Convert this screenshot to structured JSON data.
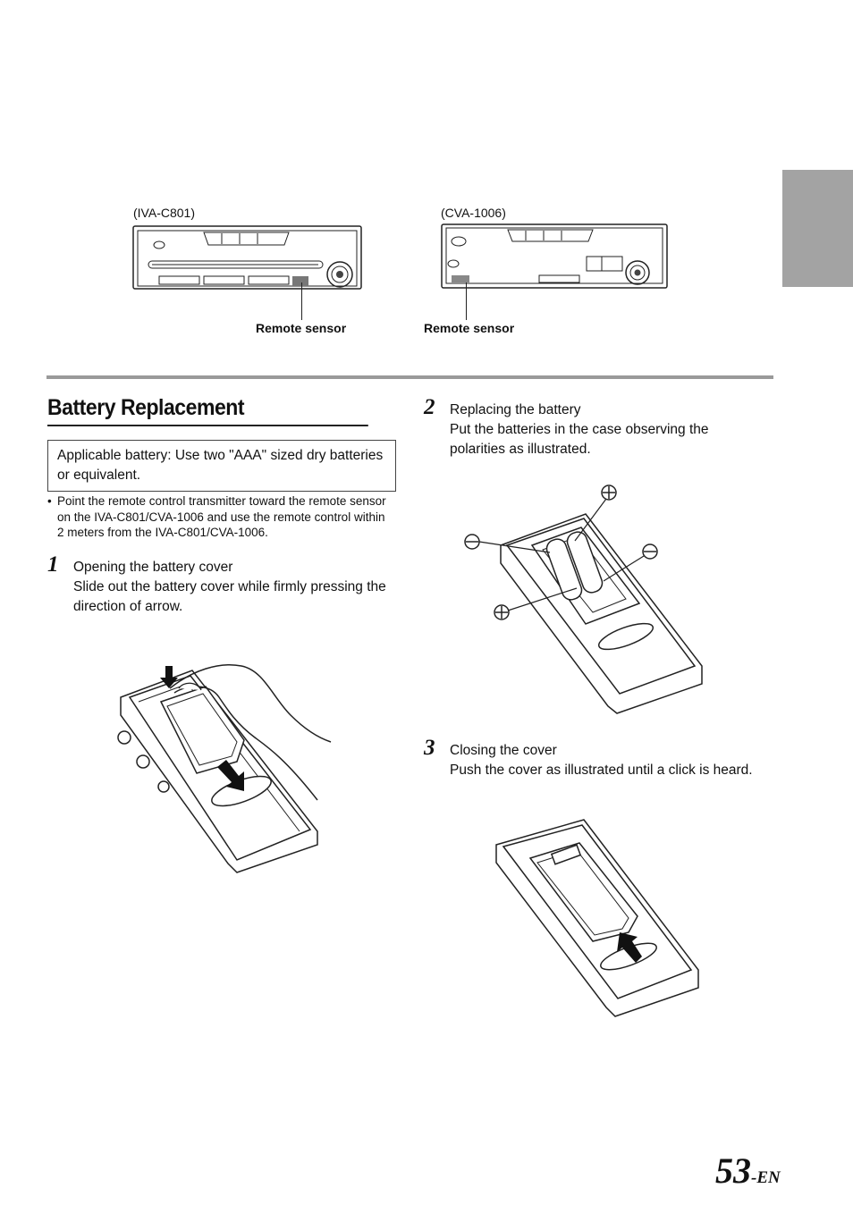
{
  "header": {
    "unit_left_label": "(IVA-C801)",
    "unit_right_label": "(CVA-1006)",
    "sensor_left_label": "Remote sensor",
    "sensor_right_label": "Remote sensor"
  },
  "section": {
    "title": "Battery Replacement",
    "applicable_box": "Applicable battery: Use two \"AAA\" sized dry batteries or equivalent.",
    "bullet": "Point the remote control transmitter toward the remote sensor on the IVA-C801/CVA-1006 and use the remote control within 2 meters from the IVA-C801/CVA-1006."
  },
  "steps": [
    {
      "number": "1",
      "title": "Opening the battery cover",
      "body": "Slide out the battery cover while firmly pressing the direction of arrow."
    },
    {
      "number": "2",
      "title": "Replacing the battery",
      "body": "Put the batteries in the case observing the polarities as illustrated."
    },
    {
      "number": "3",
      "title": "Closing the cover",
      "body": "Push the cover as illustrated until a click is heard."
    }
  ],
  "footer": {
    "page_number": "53",
    "page_suffix": "-EN"
  },
  "icons": [
    "head-unit-iva-c801",
    "head-unit-cva-1006",
    "remote-open-icon",
    "remote-batteries-icon",
    "remote-close-icon",
    "plus-icon",
    "minus-icon",
    "arrow-icon",
    "hand-icon"
  ]
}
